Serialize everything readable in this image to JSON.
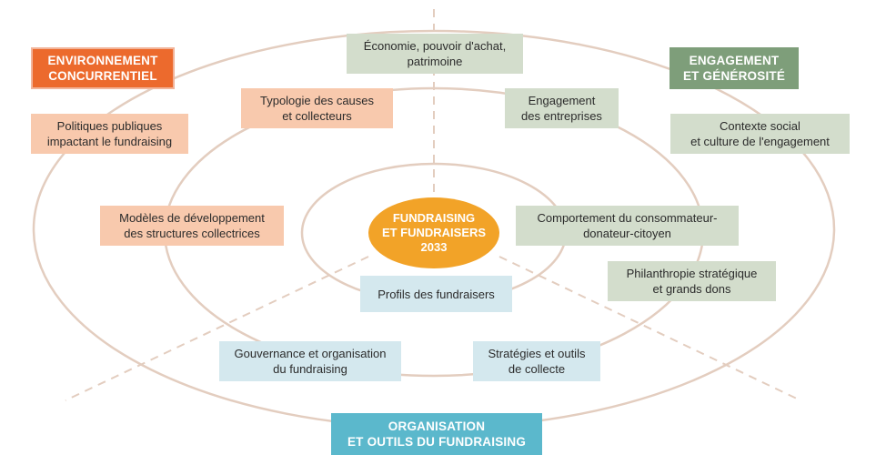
{
  "center": {
    "label": "FUNDRAISING\nET FUNDRAISERS\n2033"
  },
  "headers": {
    "environment": "ENVIRONNEMENT\nCONCURRENTIEL",
    "engagement": "ENGAGEMENT\nET GÉNÉROSITÉ",
    "organisation": "ORGANISATION\nET OUTILS DU FUNDRAISING"
  },
  "environment_items": [
    "Politiques publiques\nimpactant le fundraising",
    "Typologie des causes\net collecteurs",
    "Modèles de développement\ndes structures collectrices"
  ],
  "engagement_items": [
    "Économie, pouvoir d'achat,\npatrimoine",
    "Engagement\ndes entreprises",
    "Contexte social\net culture de l'engagement",
    "Comportement du consommateur-\ndonateur-citoyen",
    "Philanthropie stratégique\net grands dons"
  ],
  "organisation_items": [
    "Profils des fundraisers",
    "Gouvernance et organisation\ndu fundraising",
    "Stratégies et outils\nde collecte"
  ],
  "colors": {
    "ring": "#e3cdbf",
    "orange": "#ec6a2d",
    "peach": "#f8c9ad",
    "green": "#7e9e7a",
    "sage": "#d3ddcc",
    "blue": "#5bb8cc",
    "ice": "#d4e8ee",
    "center": "#f2a328"
  }
}
